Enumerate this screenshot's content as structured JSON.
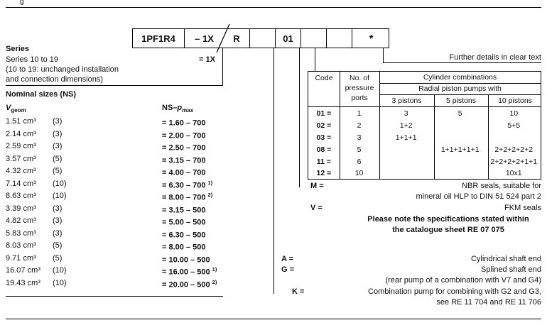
{
  "header_fragment": "g",
  "code_row": {
    "cells": [
      {
        "label": "1PF1R4"
      },
      {
        "label": "– 1X"
      },
      {
        "label": "R"
      },
      {
        "label": ""
      },
      {
        "label": "01"
      },
      {
        "label": ""
      },
      {
        "label": ""
      },
      {
        "label": "*"
      }
    ]
  },
  "series": {
    "title": "Series",
    "line1": "Series 10 to 19",
    "value": "= 1X",
    "line2": "(10 to 19: unchanged installation",
    "line3": "and connection dimensions)"
  },
  "further_details": "Further details in clear text",
  "nominal": {
    "title": "Nominal sizes (NS)",
    "header_v": {
      "pre": "V",
      "sub": "geom"
    },
    "header_p": {
      "pre": "NS–",
      "it": "p",
      "sub": "max"
    },
    "rows": [
      {
        "v": "1.51 cm³",
        "n": "(3)",
        "p": "= 1.60 – 700",
        "fn": ""
      },
      {
        "v": "2.14 cm³",
        "n": "(3)",
        "p": "= 2.00 – 700",
        "fn": ""
      },
      {
        "v": "2.59 cm³",
        "n": "(3)",
        "p": "= 2.50 – 700",
        "fn": ""
      },
      {
        "v": "3.57 cm³",
        "n": "(5)",
        "p": "= 3.15 – 700",
        "fn": ""
      },
      {
        "v": "4.32 cm³",
        "n": "(5)",
        "p": "= 4.00 – 700",
        "fn": ""
      },
      {
        "v": "7.14 cm³",
        "n": "(10)",
        "p": "= 6.30 – 700 ",
        "fn": "1)"
      },
      {
        "v": "8.63 cm³",
        "n": "(10)",
        "p": "= 8.00 – 700 ",
        "fn": "2)"
      },
      {
        "v": "3.39 cm³",
        "n": "(3)",
        "p": "= 3.15 – 500",
        "fn": ""
      },
      {
        "v": "4.82 cm³",
        "n": "(3)",
        "p": "= 5.00 – 500",
        "fn": ""
      },
      {
        "v": "5.83 cm³",
        "n": "(3)",
        "p": "= 6.30 – 500",
        "fn": ""
      },
      {
        "v": "8.03 cm³",
        "n": "(5)",
        "p": "= 8.00 – 500",
        "fn": ""
      },
      {
        "v": "9.71 cm³",
        "n": "(5)",
        "p": "= 10.00 – 500",
        "fn": ""
      },
      {
        "v": "16.07 cm³",
        "n": "(10)",
        "p": "= 16.00 – 500 ",
        "fn": "1)"
      },
      {
        "v": "19.43 cm³",
        "n": "(10)",
        "p": "= 20.00 – 500 ",
        "fn": "2)"
      }
    ]
  },
  "ports_table": {
    "headers": {
      "code": "Code",
      "ports1": "No. of",
      "ports2": "pressure",
      "ports3": "ports",
      "cyl": "Cylinder combinations",
      "radial": "Radial piston pumps with",
      "p3": "3 pistons",
      "p5": "5 pistons",
      "p10": "10 pistons"
    },
    "rows": [
      {
        "code": "01 =",
        "n": "1",
        "p3": "3",
        "p5": "5",
        "p10": "10"
      },
      {
        "code": "02 =",
        "n": "2",
        "p3": "1+2",
        "p5": "",
        "p10": "5+5"
      },
      {
        "code": "03 =",
        "n": "3",
        "p3": "1+1+1",
        "p5": "",
        "p10": ""
      },
      {
        "code": "08 =",
        "n": "5",
        "p3": "",
        "p5": "1+1+1+1+1",
        "p10": "2+2+2+2+2"
      },
      {
        "code": "11 =",
        "n": "6",
        "p3": "",
        "p5": "",
        "p10": "2+2+2+2+1+1"
      },
      {
        "code": "12 =",
        "n": "10",
        "p3": "",
        "p5": "",
        "p10": "10x1"
      }
    ]
  },
  "seals": {
    "m_code": "M =",
    "m_line1": "NBR seals, suitable for",
    "m_line2": "mineral oil HLP to DIN 51 524 part 2",
    "v_code": "V =",
    "v_text": "FKM seals",
    "note1": "Please note the specifications stated within",
    "note2": "the catalogue sheet RE 07 075"
  },
  "shaft": {
    "a_code": "A =",
    "a_text": "Cylindrical shaft end",
    "g_code": "G =",
    "g_text": "Splined shaft end",
    "g_note": "(rear pump of a combination with V7 and G4)",
    "k_code": "K =",
    "k_text": "Combination pump for combining with G2 and G3,",
    "k_note": "see RE 11 704 and RE 11 706"
  }
}
